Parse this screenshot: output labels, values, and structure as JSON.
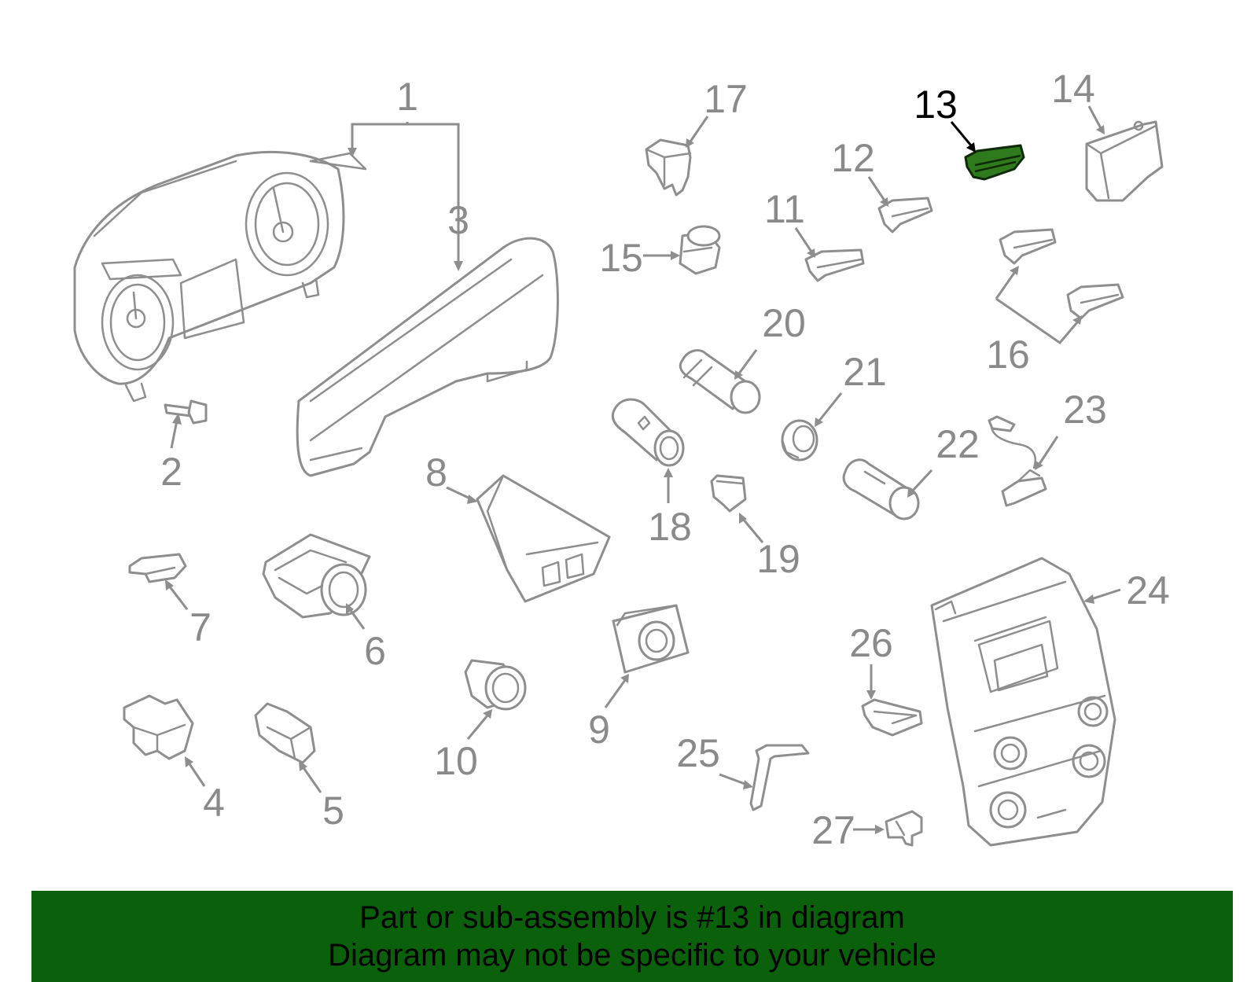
{
  "callouts": [
    {
      "id": "1",
      "label": "1",
      "highlight": false
    },
    {
      "id": "2",
      "label": "2",
      "highlight": false
    },
    {
      "id": "3",
      "label": "3",
      "highlight": false
    },
    {
      "id": "4",
      "label": "4",
      "highlight": false
    },
    {
      "id": "5",
      "label": "5",
      "highlight": false
    },
    {
      "id": "6",
      "label": "6",
      "highlight": false
    },
    {
      "id": "7",
      "label": "7",
      "highlight": false
    },
    {
      "id": "8",
      "label": "8",
      "highlight": false
    },
    {
      "id": "9",
      "label": "9",
      "highlight": false
    },
    {
      "id": "10",
      "label": "10",
      "highlight": false
    },
    {
      "id": "11",
      "label": "11",
      "highlight": false
    },
    {
      "id": "12",
      "label": "12",
      "highlight": false
    },
    {
      "id": "13",
      "label": "13",
      "highlight": true
    },
    {
      "id": "14",
      "label": "14",
      "highlight": false
    },
    {
      "id": "15",
      "label": "15",
      "highlight": false
    },
    {
      "id": "16",
      "label": "16",
      "highlight": false
    },
    {
      "id": "17",
      "label": "17",
      "highlight": false
    },
    {
      "id": "18",
      "label": "18",
      "highlight": false
    },
    {
      "id": "19",
      "label": "19",
      "highlight": false
    },
    {
      "id": "20",
      "label": "20",
      "highlight": false
    },
    {
      "id": "21",
      "label": "21",
      "highlight": false
    },
    {
      "id": "22",
      "label": "22",
      "highlight": false
    },
    {
      "id": "23",
      "label": "23",
      "highlight": false
    },
    {
      "id": "24",
      "label": "24",
      "highlight": false
    },
    {
      "id": "25",
      "label": "25",
      "highlight": false
    },
    {
      "id": "26",
      "label": "26",
      "highlight": false
    },
    {
      "id": "27",
      "label": "27",
      "highlight": false
    }
  ],
  "colors": {
    "banner_bg": "#0b610b",
    "highlight_part": "#2f7a1c",
    "line_art": "#8e8e8e",
    "callout_text": "#8a8a8a",
    "highlight_text": "#000000"
  },
  "banner": {
    "line1": "Part or sub-assembly is #13 in diagram",
    "line2": "Diagram may not be specific to your vehicle"
  }
}
